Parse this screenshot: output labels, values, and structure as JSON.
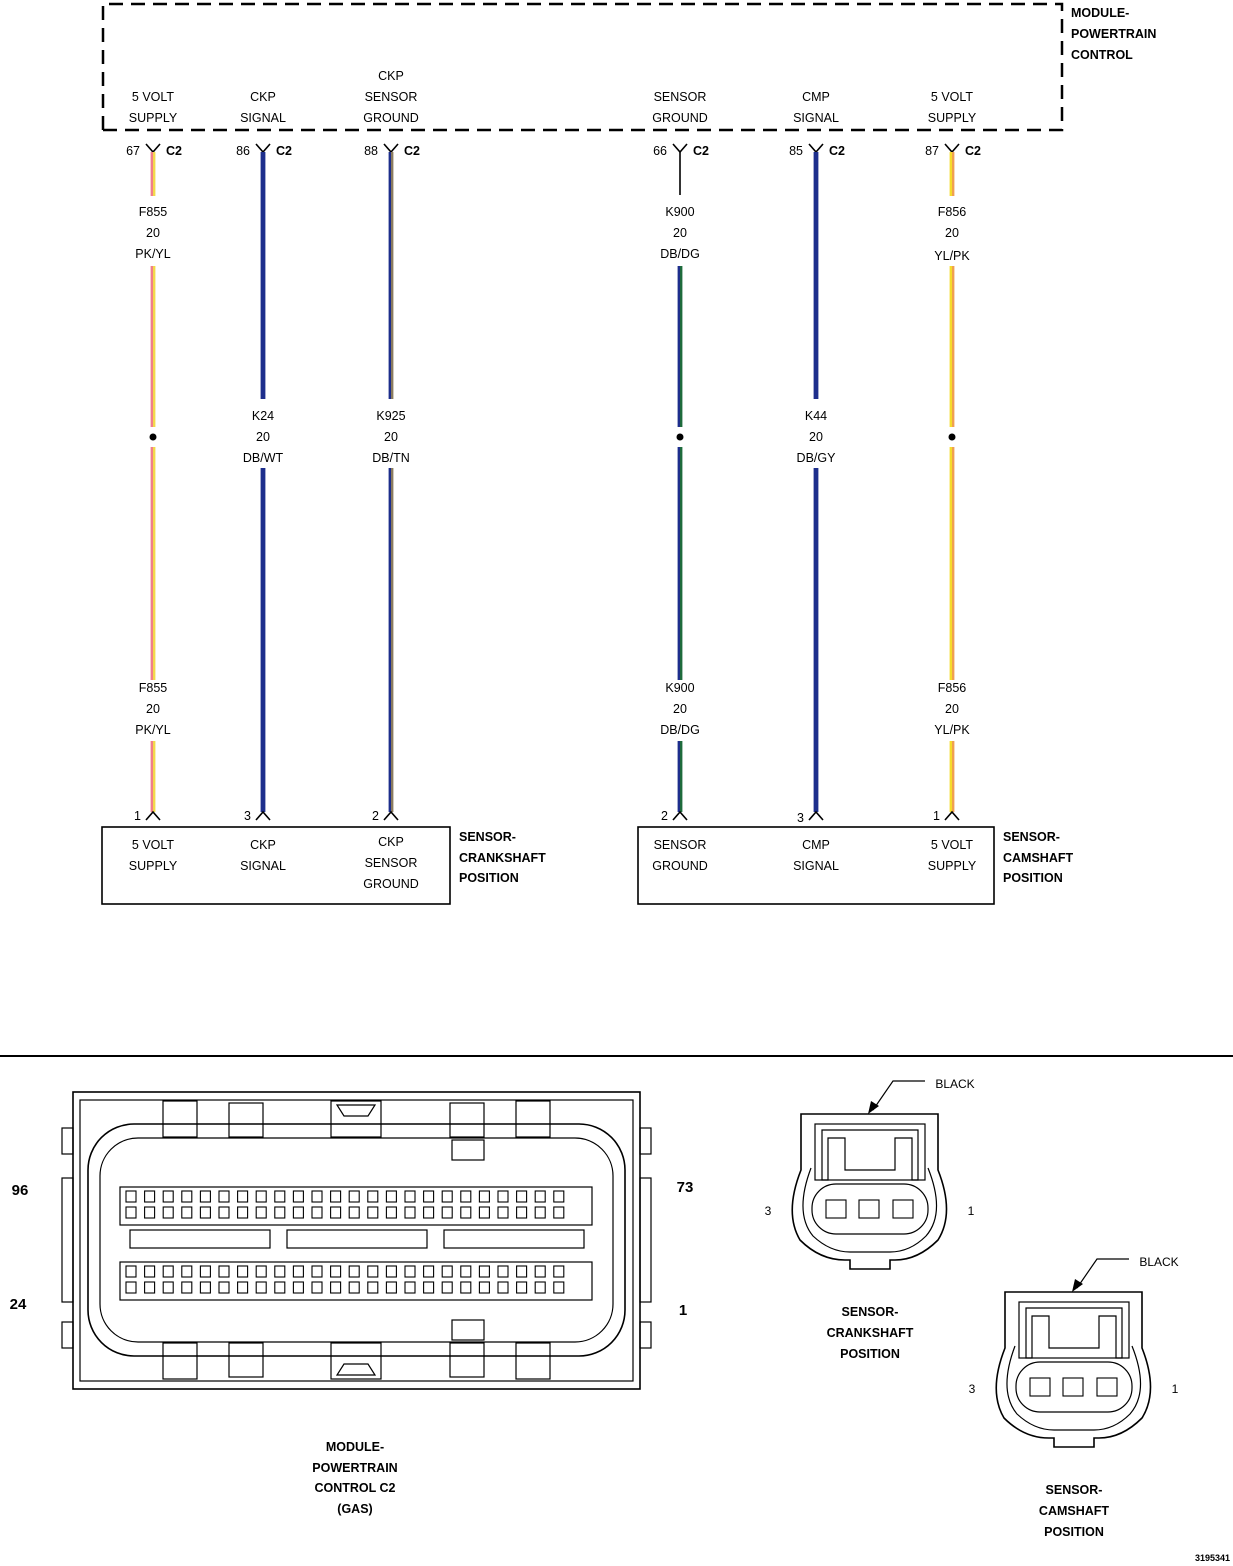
{
  "pcm": {
    "title": [
      "MODULE-",
      "POWERTRAIN",
      "CONTROL"
    ],
    "connector": "C2"
  },
  "wires": [
    {
      "id": "w1",
      "pcm_pin": "67",
      "pcm_label": [
        "5 VOLT",
        "SUPPLY"
      ],
      "upper": {
        "circuit": "F855",
        "gauge": "20",
        "color": "PK/YL"
      },
      "lower": {
        "circuit": "F855",
        "gauge": "20",
        "color": "PK/YL"
      },
      "sensor_pin": "1",
      "colors": [
        "#f07f8a",
        "#f2d94a"
      ]
    },
    {
      "id": "w2",
      "pcm_pin": "86",
      "pcm_label": [
        "CKP",
        "SIGNAL"
      ],
      "upper": null,
      "lower": {
        "circuit": "K24",
        "gauge": "20",
        "color": "DB/WT"
      },
      "sensor_pin": "3",
      "colors": [
        "#1d2e8c",
        "#1d2e8c"
      ]
    },
    {
      "id": "w3",
      "pcm_pin": "88",
      "pcm_label": [
        "CKP",
        "SENSOR",
        "GROUND"
      ],
      "upper": null,
      "lower": {
        "circuit": "K925",
        "gauge": "20",
        "color": "DB/TN"
      },
      "sensor_pin": "2",
      "colors": [
        "#1d2e8c",
        "#8a7b5e"
      ]
    },
    {
      "id": "w4",
      "pcm_pin": "66",
      "pcm_label": [
        "SENSOR",
        "GROUND"
      ],
      "upper": {
        "circuit": "K900",
        "gauge": "20",
        "color": "DB/DG"
      },
      "lower": {
        "circuit": "K900",
        "gauge": "20",
        "color": "DB/DG"
      },
      "sensor_pin": "2",
      "colors": [
        "#1d2e8c",
        "#1e6b3c"
      ]
    },
    {
      "id": "w5",
      "pcm_pin": "85",
      "pcm_label": [
        "CMP",
        "SIGNAL"
      ],
      "upper": null,
      "lower": {
        "circuit": "K44",
        "gauge": "20",
        "color": "DB/GY"
      },
      "sensor_pin": "3",
      "colors": [
        "#1d2e8c",
        "#1d2e8c"
      ]
    },
    {
      "id": "w6",
      "pcm_pin": "87",
      "pcm_label": [
        "5 VOLT",
        "SUPPLY"
      ],
      "upper": {
        "circuit": "F856",
        "gauge": "20",
        "color": "YL/PK"
      },
      "lower": {
        "circuit": "F856",
        "gauge": "20",
        "color": "YL/PK"
      },
      "sensor_pin": "1",
      "colors": [
        "#f5dc2a",
        "#f0a050"
      ]
    }
  ],
  "sensor_ckp": {
    "title": [
      "SENSOR-",
      "CRANKSHAFT",
      "POSITION"
    ],
    "labels": [
      [
        "5 VOLT",
        "SUPPLY"
      ],
      [
        "CKP",
        "SIGNAL"
      ],
      [
        "CKP",
        "SENSOR",
        "GROUND"
      ]
    ]
  },
  "sensor_cmp": {
    "title": [
      "SENSOR-",
      "CAMSHAFT",
      "POSITION"
    ],
    "labels": [
      [
        "SENSOR",
        "GROUND"
      ],
      [
        "CMP",
        "SIGNAL"
      ],
      [
        "5 VOLT",
        "SUPPLY"
      ]
    ]
  },
  "pcm_connector_view": {
    "pin_labels": {
      "top_left": "96",
      "top_right": "73",
      "bottom_left": "24",
      "bottom_right": "1"
    },
    "title": [
      "MODULE-",
      "POWERTRAIN",
      "CONTROL C2",
      "(GAS)"
    ]
  },
  "ckp_connector_view": {
    "color_label": "BLACK",
    "pin_left": "3",
    "pin_right": "1",
    "title": [
      "SENSOR-",
      "CRANKSHAFT",
      "POSITION"
    ]
  },
  "cmp_connector_view": {
    "color_label": "BLACK",
    "pin_left": "3",
    "pin_right": "1",
    "title": [
      "SENSOR-",
      "CAMSHAFT",
      "POSITION"
    ]
  },
  "figure_id": "3195341"
}
